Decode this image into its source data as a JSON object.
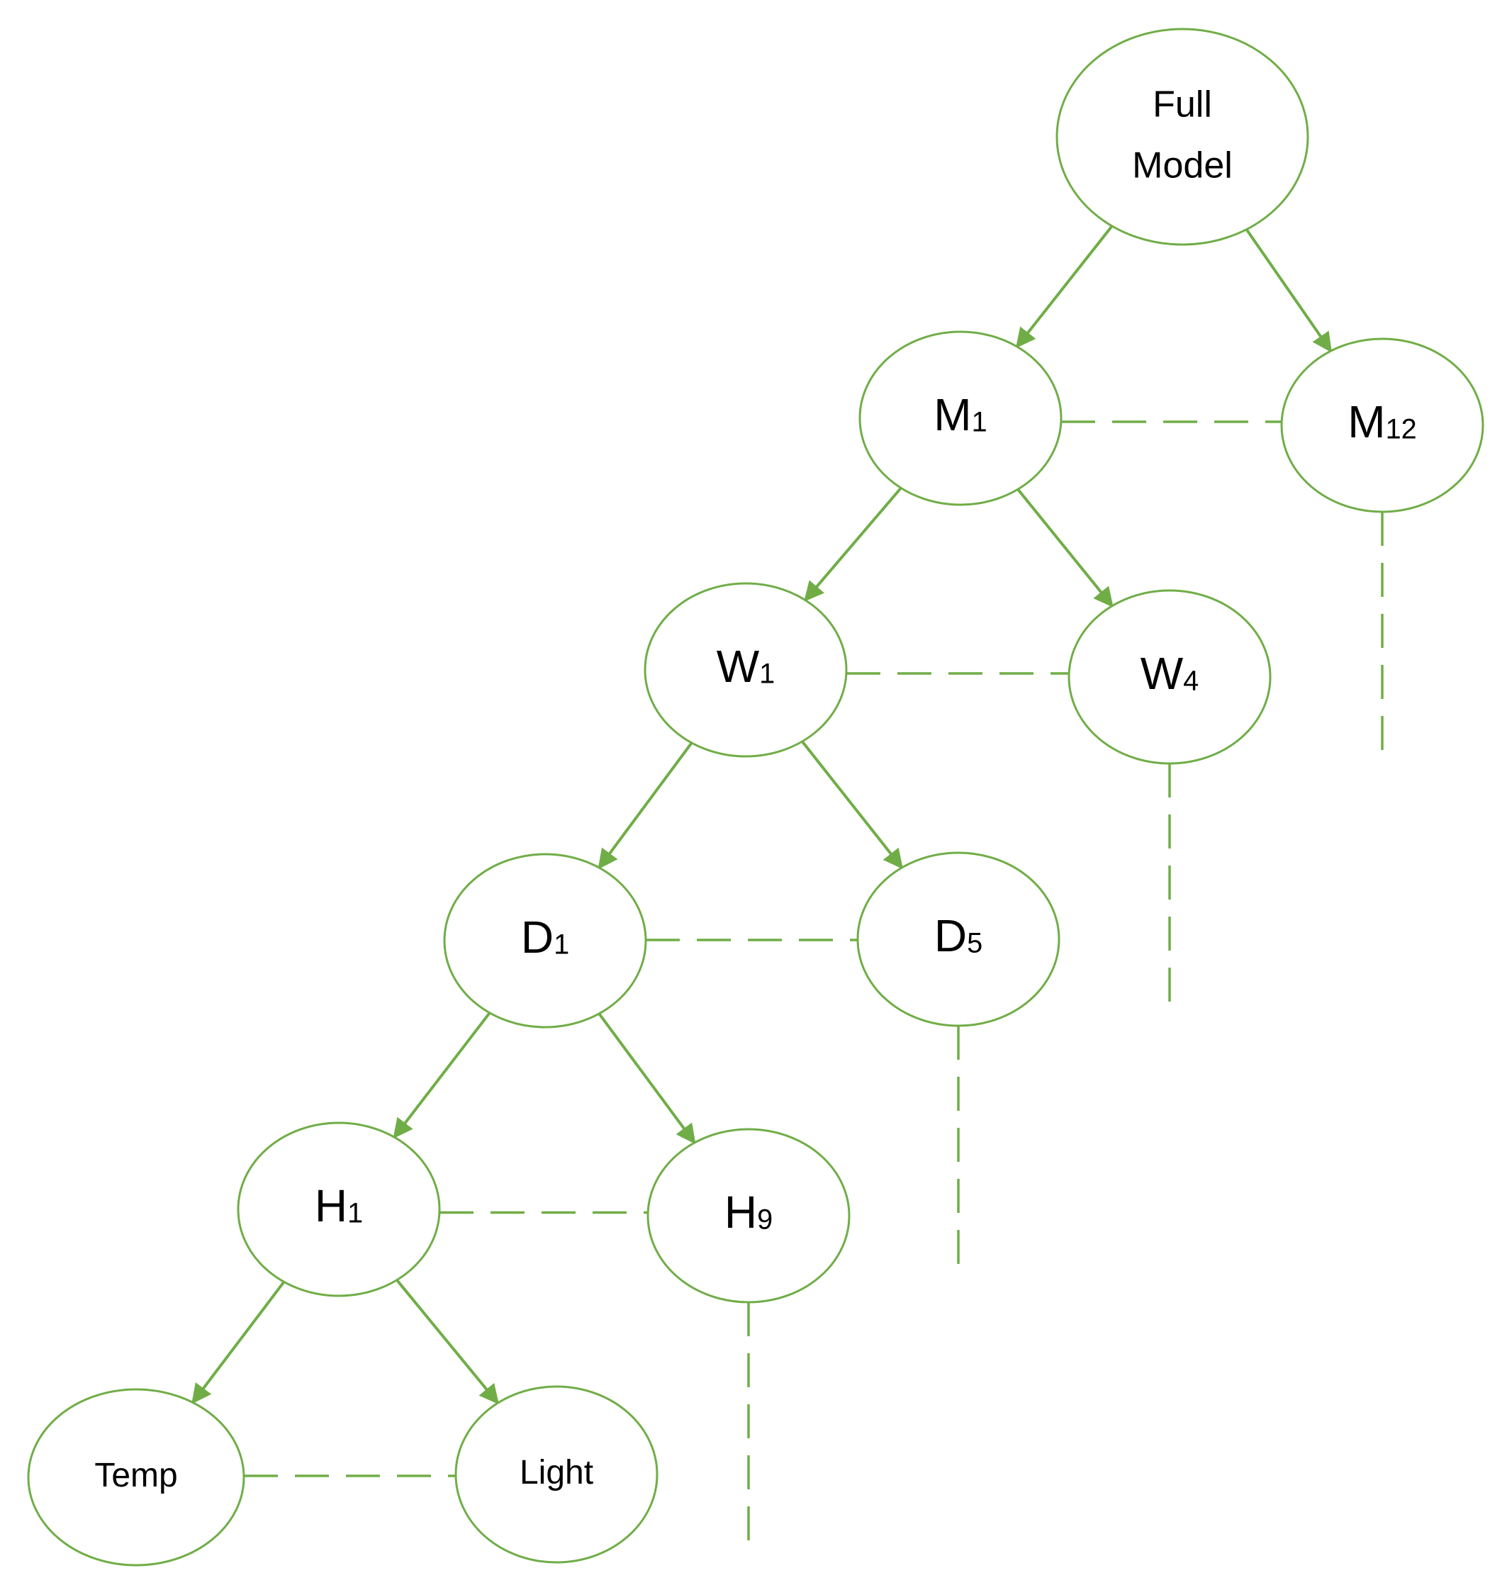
{
  "colors": {
    "stroke": "#70ad47",
    "text": "#000000",
    "background": "#ffffff"
  },
  "nodes": [
    {
      "id": "full-model",
      "lines": [
        "Full",
        "Model"
      ]
    },
    {
      "id": "m1",
      "main": "M",
      "sub": "1"
    },
    {
      "id": "m12",
      "main": "M",
      "sub": "12"
    },
    {
      "id": "w1",
      "main": "W",
      "sub": "1"
    },
    {
      "id": "w4",
      "main": "W",
      "sub": "4"
    },
    {
      "id": "d1",
      "main": "D",
      "sub": "1"
    },
    {
      "id": "d5",
      "main": "D",
      "sub": "5"
    },
    {
      "id": "h1",
      "main": "H",
      "sub": "1"
    },
    {
      "id": "h9",
      "main": "H",
      "sub": "9"
    },
    {
      "id": "temp",
      "main": "Temp"
    },
    {
      "id": "light",
      "main": "Light"
    }
  ],
  "edges": {
    "arrows": [
      [
        "full-model",
        "m1"
      ],
      [
        "full-model",
        "m12"
      ],
      [
        "m1",
        "w1"
      ],
      [
        "m1",
        "w4"
      ],
      [
        "w1",
        "d1"
      ],
      [
        "w1",
        "d5"
      ],
      [
        "d1",
        "h1"
      ],
      [
        "d1",
        "h9"
      ],
      [
        "h1",
        "temp"
      ],
      [
        "h1",
        "light"
      ]
    ],
    "dashed_siblings": [
      [
        "m1",
        "m12"
      ],
      [
        "w1",
        "w4"
      ],
      [
        "d1",
        "d5"
      ],
      [
        "h1",
        "h9"
      ],
      [
        "temp",
        "light"
      ]
    ],
    "dashed_continuations": [
      "m12",
      "w4",
      "d5",
      "h9"
    ]
  }
}
